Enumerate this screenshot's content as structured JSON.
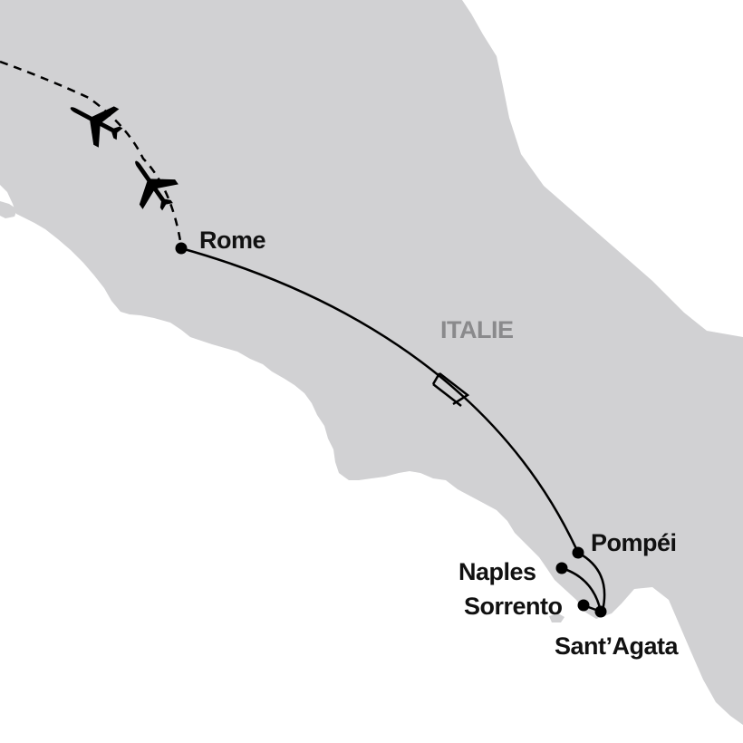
{
  "map": {
    "country_label": "ITALIE",
    "colors": {
      "sea": "#ffffff",
      "land": "#d1d1d3",
      "route": "#000000",
      "country_label": "#8a8a8c",
      "city_label": "#111111"
    },
    "cities": [
      {
        "id": "rome",
        "name": "Rome"
      },
      {
        "id": "pompei",
        "name": "Pompéi"
      },
      {
        "id": "naples",
        "name": "Naples"
      },
      {
        "id": "sorrento",
        "name": "Sorrento"
      },
      {
        "id": "santagata",
        "name": "Sant’Agata"
      }
    ],
    "icons": [
      "airplane-icon",
      "airplane-icon"
    ]
  }
}
